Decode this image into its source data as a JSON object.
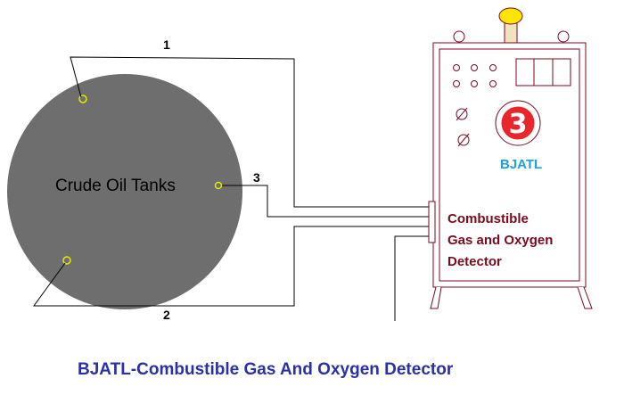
{
  "tank": {
    "label": "Crude Oil Tanks"
  },
  "lines": [
    {
      "number": "1"
    },
    {
      "number": "2"
    },
    {
      "number": "3"
    }
  ],
  "detector": {
    "brand": "BJATL",
    "badge_number": "3",
    "label_line1": "Combustible",
    "label_line2": "Gas and Oxygen",
    "label_line3": "Detector"
  },
  "caption": "BJATL-Combustible Gas And Oxygen Detector",
  "colors": {
    "tank_fill": "#6e6e6e",
    "sensor_point": "#e8e800",
    "cabinet_outline": "#7a0a1e",
    "badge_red": "#e8262b",
    "brand_blue": "#1fa0d6",
    "caption_blue": "#2b2fa8",
    "lamp_yellow": "#ffe600"
  }
}
